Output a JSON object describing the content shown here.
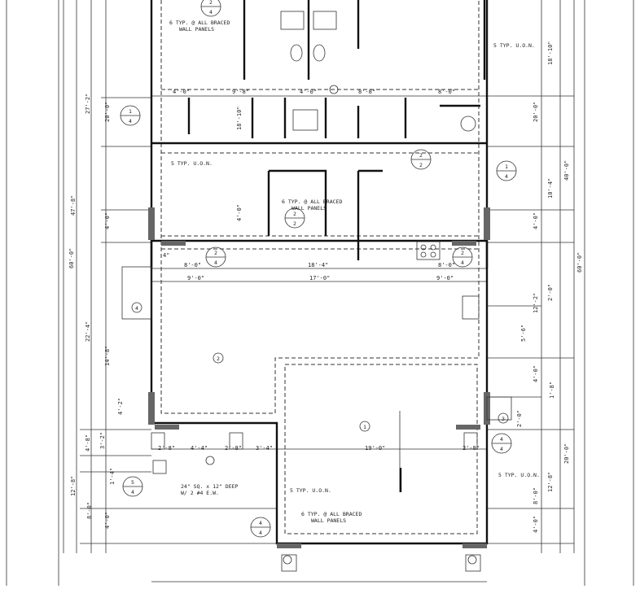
{
  "title": "",
  "dims": {
    "top_a": "4'-0\"",
    "top_b": "9'-8\"",
    "top_c": "4'-0\"",
    "top_d": "8'-8\"",
    "top_e": "8'-0\"",
    "row2_a": "8'-0\"",
    "row2_b": "18'-4\"",
    "row2_c": "8'-0\"",
    "row3_a": "9'-0\"",
    "row3_b": "17'-0\"",
    "row3_c": "9'-0\"",
    "small_4": "4\"",
    "bot_a": "2'-8\"",
    "bot_b": "4'-4\"",
    "bot_c": "2'-8\"",
    "bot_d": "3'-4\"",
    "bot_e": "19'-0\"",
    "bot_f": "2'-8\"",
    "left_tot": "60'-0\"",
    "left_a": "47'-8\"",
    "left_b": "27'-2\"",
    "left_c": "20'-0\"",
    "left_d": "4'-0\"",
    "left_e": "22'-4\"",
    "left_f": "14'-8\"",
    "left_g": "4'-2\"",
    "left_h": "3'-2\"",
    "left_i": "4'-8\"",
    "left_j": "12'-8\"",
    "left_k": "8'-0\"",
    "left_l": "4'-0\"",
    "left_m": "1'-4\"",
    "right_tot": "60'-0\"",
    "right_a": "18'-10\"",
    "right_b": "20'-0\"",
    "right_c": "40'-0\"",
    "right_d": "10'-4\"",
    "right_e": "4'-0\"",
    "right_f": "2'-0\"",
    "right_g": "12'-2\"",
    "right_h": "5'-6\"",
    "right_i": "4'-0\"",
    "right_j": "1'-8\"",
    "right_k": "2'-0\"",
    "right_l": "20'-0\"",
    "right_m": "12'-8\"",
    "right_n": "8'-0\"",
    "right_o": "4'-0\"",
    "mid_h": "18'-10\"",
    "mid_v": "4'-0\""
  },
  "notes": {
    "braced1": "6 TYP. @ ALL BRACED",
    "braced1b": "WALL PANELS",
    "typ1": "5 TYP. U.O.N.",
    "typ2": "5 TYP. U.O.N.",
    "braced2": "6 TYP. @ ALL BRACED",
    "braced2b": "WALL PANELS",
    "footing1": "24\" SQ. x 12\" DEEP",
    "footing2": "W/ 2 #4 E.W.",
    "typ3": "5 TYP. U.O.N.",
    "braced3": "6 TYP. @ ALL BRACED",
    "braced3b": "WALL PANELS",
    "typ4": "5 TYP. U.O.N."
  },
  "markers": {
    "m1": "1",
    "m2": "2",
    "m3": "3",
    "m4": "4",
    "sec_top": "2",
    "sec_top_b": "4",
    "sec_l1": "1",
    "sec_l1b": "4",
    "sec_c": "2",
    "sec_cb": "2",
    "sec_r": "1",
    "sec_rb": "4",
    "sec_mid": "2",
    "sec_midb": "2",
    "sec_a": "2",
    "sec_ab": "4",
    "sec_b": "2",
    "sec_bb": "4",
    "sec_c2": "4",
    "sec_c2b": "4",
    "sec_d": "5",
    "sec_db": "4",
    "sec_e": "4",
    "sec_eb": "4"
  }
}
